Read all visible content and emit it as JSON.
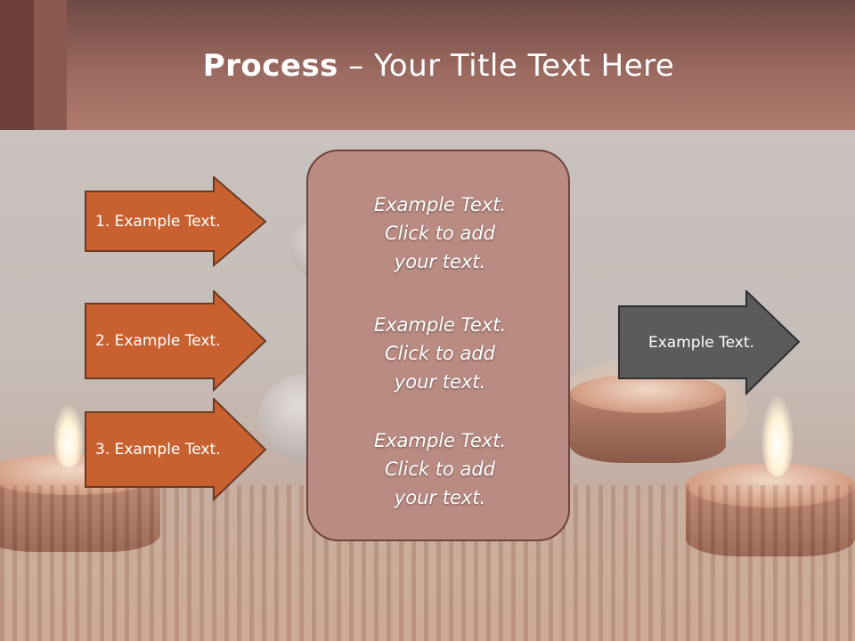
{
  "title": {
    "bold": "Process",
    "rest": " – Your Title Text Here"
  },
  "left_arrows": [
    {
      "label": "1. Example Text."
    },
    {
      "label": "2. Example Text."
    },
    {
      "label": "3. Example Text."
    }
  ],
  "center_box": {
    "paragraphs": [
      {
        "line1": "Example Text.",
        "line2": "Click  to add",
        "line3": "your text."
      },
      {
        "line1": "Example Text.",
        "line2": "Click  to add",
        "line3": "your text."
      },
      {
        "line1": "Example Text.",
        "line2": "Click  to add",
        "line3": "your text."
      }
    ]
  },
  "right_arrow": {
    "label": "Example Text."
  },
  "colors": {
    "header": "#9b6a60",
    "arrow_fill": "#c8612f",
    "arrow_border": "#6b3a22",
    "center_fill": "#b98b82",
    "center_border": "#6f433c",
    "right_arrow_fill": "#5d5b5a"
  }
}
